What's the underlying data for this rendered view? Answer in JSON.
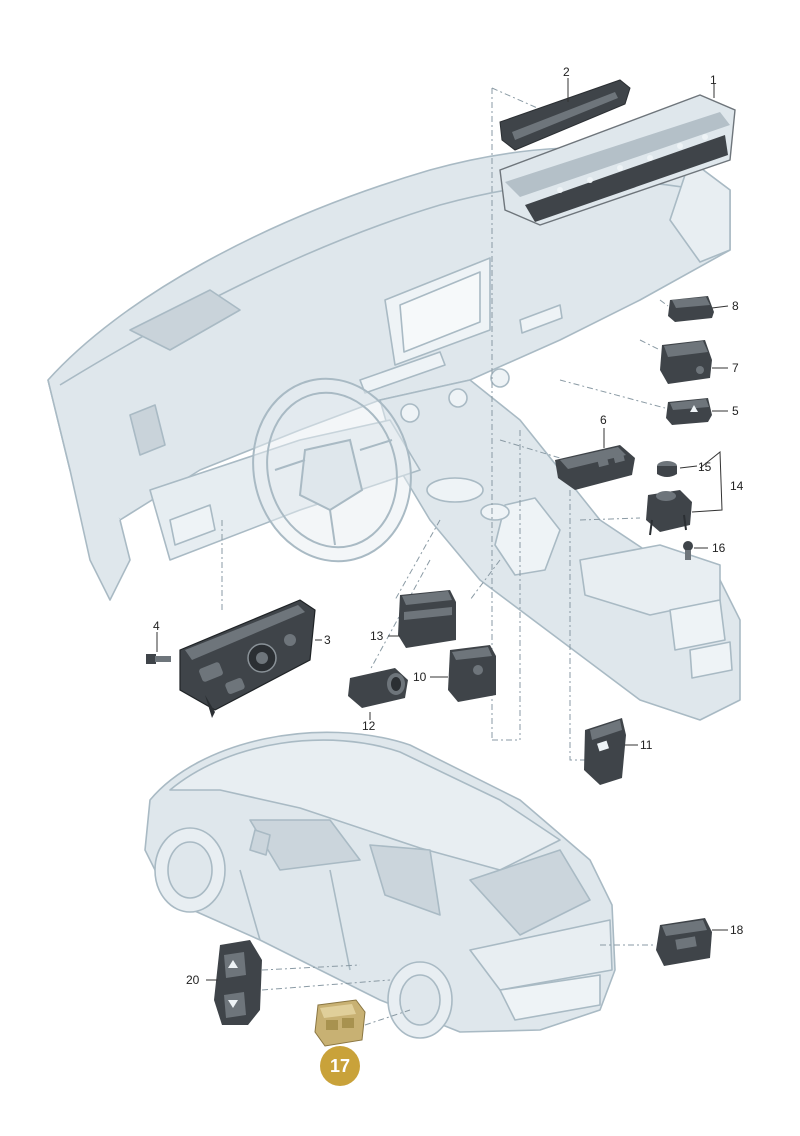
{
  "diagram": {
    "colors": {
      "ghost_fill": "#dfe7ec",
      "ghost_stroke": "#a9bac4",
      "part_fill": "#3f4449",
      "part_light": "#6e757b",
      "leader": "#333333",
      "dash": "#8a9aa4",
      "highlight_part": "#c8b173",
      "badge": "#c9a23a"
    },
    "callouts": {
      "c1": "1",
      "c2": "2",
      "c3": "3",
      "c4": "4",
      "c5": "5",
      "c6": "6",
      "c7": "7",
      "c8": "8",
      "c10": "10",
      "c11": "11",
      "c12": "12",
      "c13": "13",
      "c14": "14",
      "c15": "15",
      "c16": "16",
      "c18": "18",
      "c20": "20",
      "c17": "17"
    },
    "highlighted_part": "17",
    "icons": [
      "dashboard-outline",
      "steering-wheel",
      "suv-outline",
      "switch-part",
      "screw-part"
    ]
  }
}
